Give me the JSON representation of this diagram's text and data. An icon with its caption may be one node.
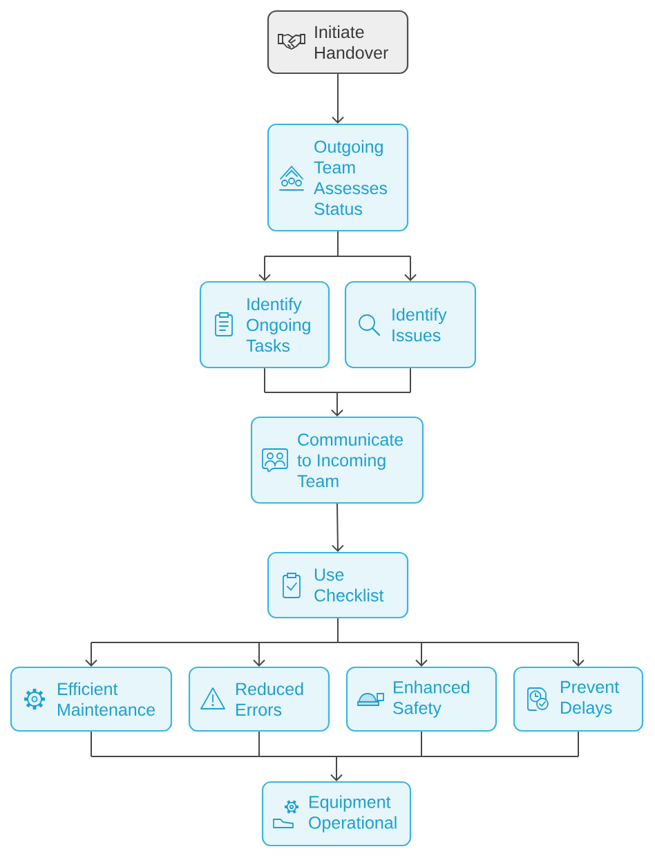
{
  "diagram": {
    "nodes": [
      {
        "text": [
          "Initiate Handover"
        ]
      },
      {
        "text": [
          "Outgoing Team Assesses Status"
        ]
      },
      {
        "text": [
          "Identify Ongoing Tasks"
        ]
      },
      {
        "text": [
          "Identify Issues"
        ]
      },
      {
        "text": [
          "Communicate to Incoming Team"
        ]
      },
      {
        "text": [
          "Use Checklist"
        ]
      },
      {
        "text": [
          "Efficient Maintenance"
        ]
      },
      {
        "text": [
          "Reduced Errors"
        ]
      },
      {
        "text": [
          "Enhanced Safety"
        ]
      },
      {
        "text": [
          "Prevent Delays"
        ]
      },
      {
        "text": [
          "Equipment Operational"
        ]
      }
    ],
    "edges": [
      {
        "from": 0,
        "to": 1,
        "arrow": "to"
      },
      {
        "from": 1,
        "to": 2,
        "arrow": "to"
      },
      {
        "from": 1,
        "to": 3,
        "arrow": "to"
      },
      {
        "from": 2,
        "to": 4,
        "arrow": "to"
      },
      {
        "from": 3,
        "to": 4,
        "arrow": "to"
      },
      {
        "from": 4,
        "to": 5,
        "arrow": "to"
      },
      {
        "from": 5,
        "to": 6,
        "arrow": "to"
      },
      {
        "from": 5,
        "to": 7,
        "arrow": "to"
      },
      {
        "from": 5,
        "to": 8,
        "arrow": "to"
      },
      {
        "from": 5,
        "to": 9,
        "arrow": "to"
      },
      {
        "from": 6,
        "to": 10,
        "arrow": "to"
      },
      {
        "from": 7,
        "to": 10,
        "arrow": "to"
      },
      {
        "from": 8,
        "to": 10,
        "arrow": "to"
      },
      {
        "from": 9,
        "to": 10,
        "arrow": "to"
      }
    ]
  }
}
